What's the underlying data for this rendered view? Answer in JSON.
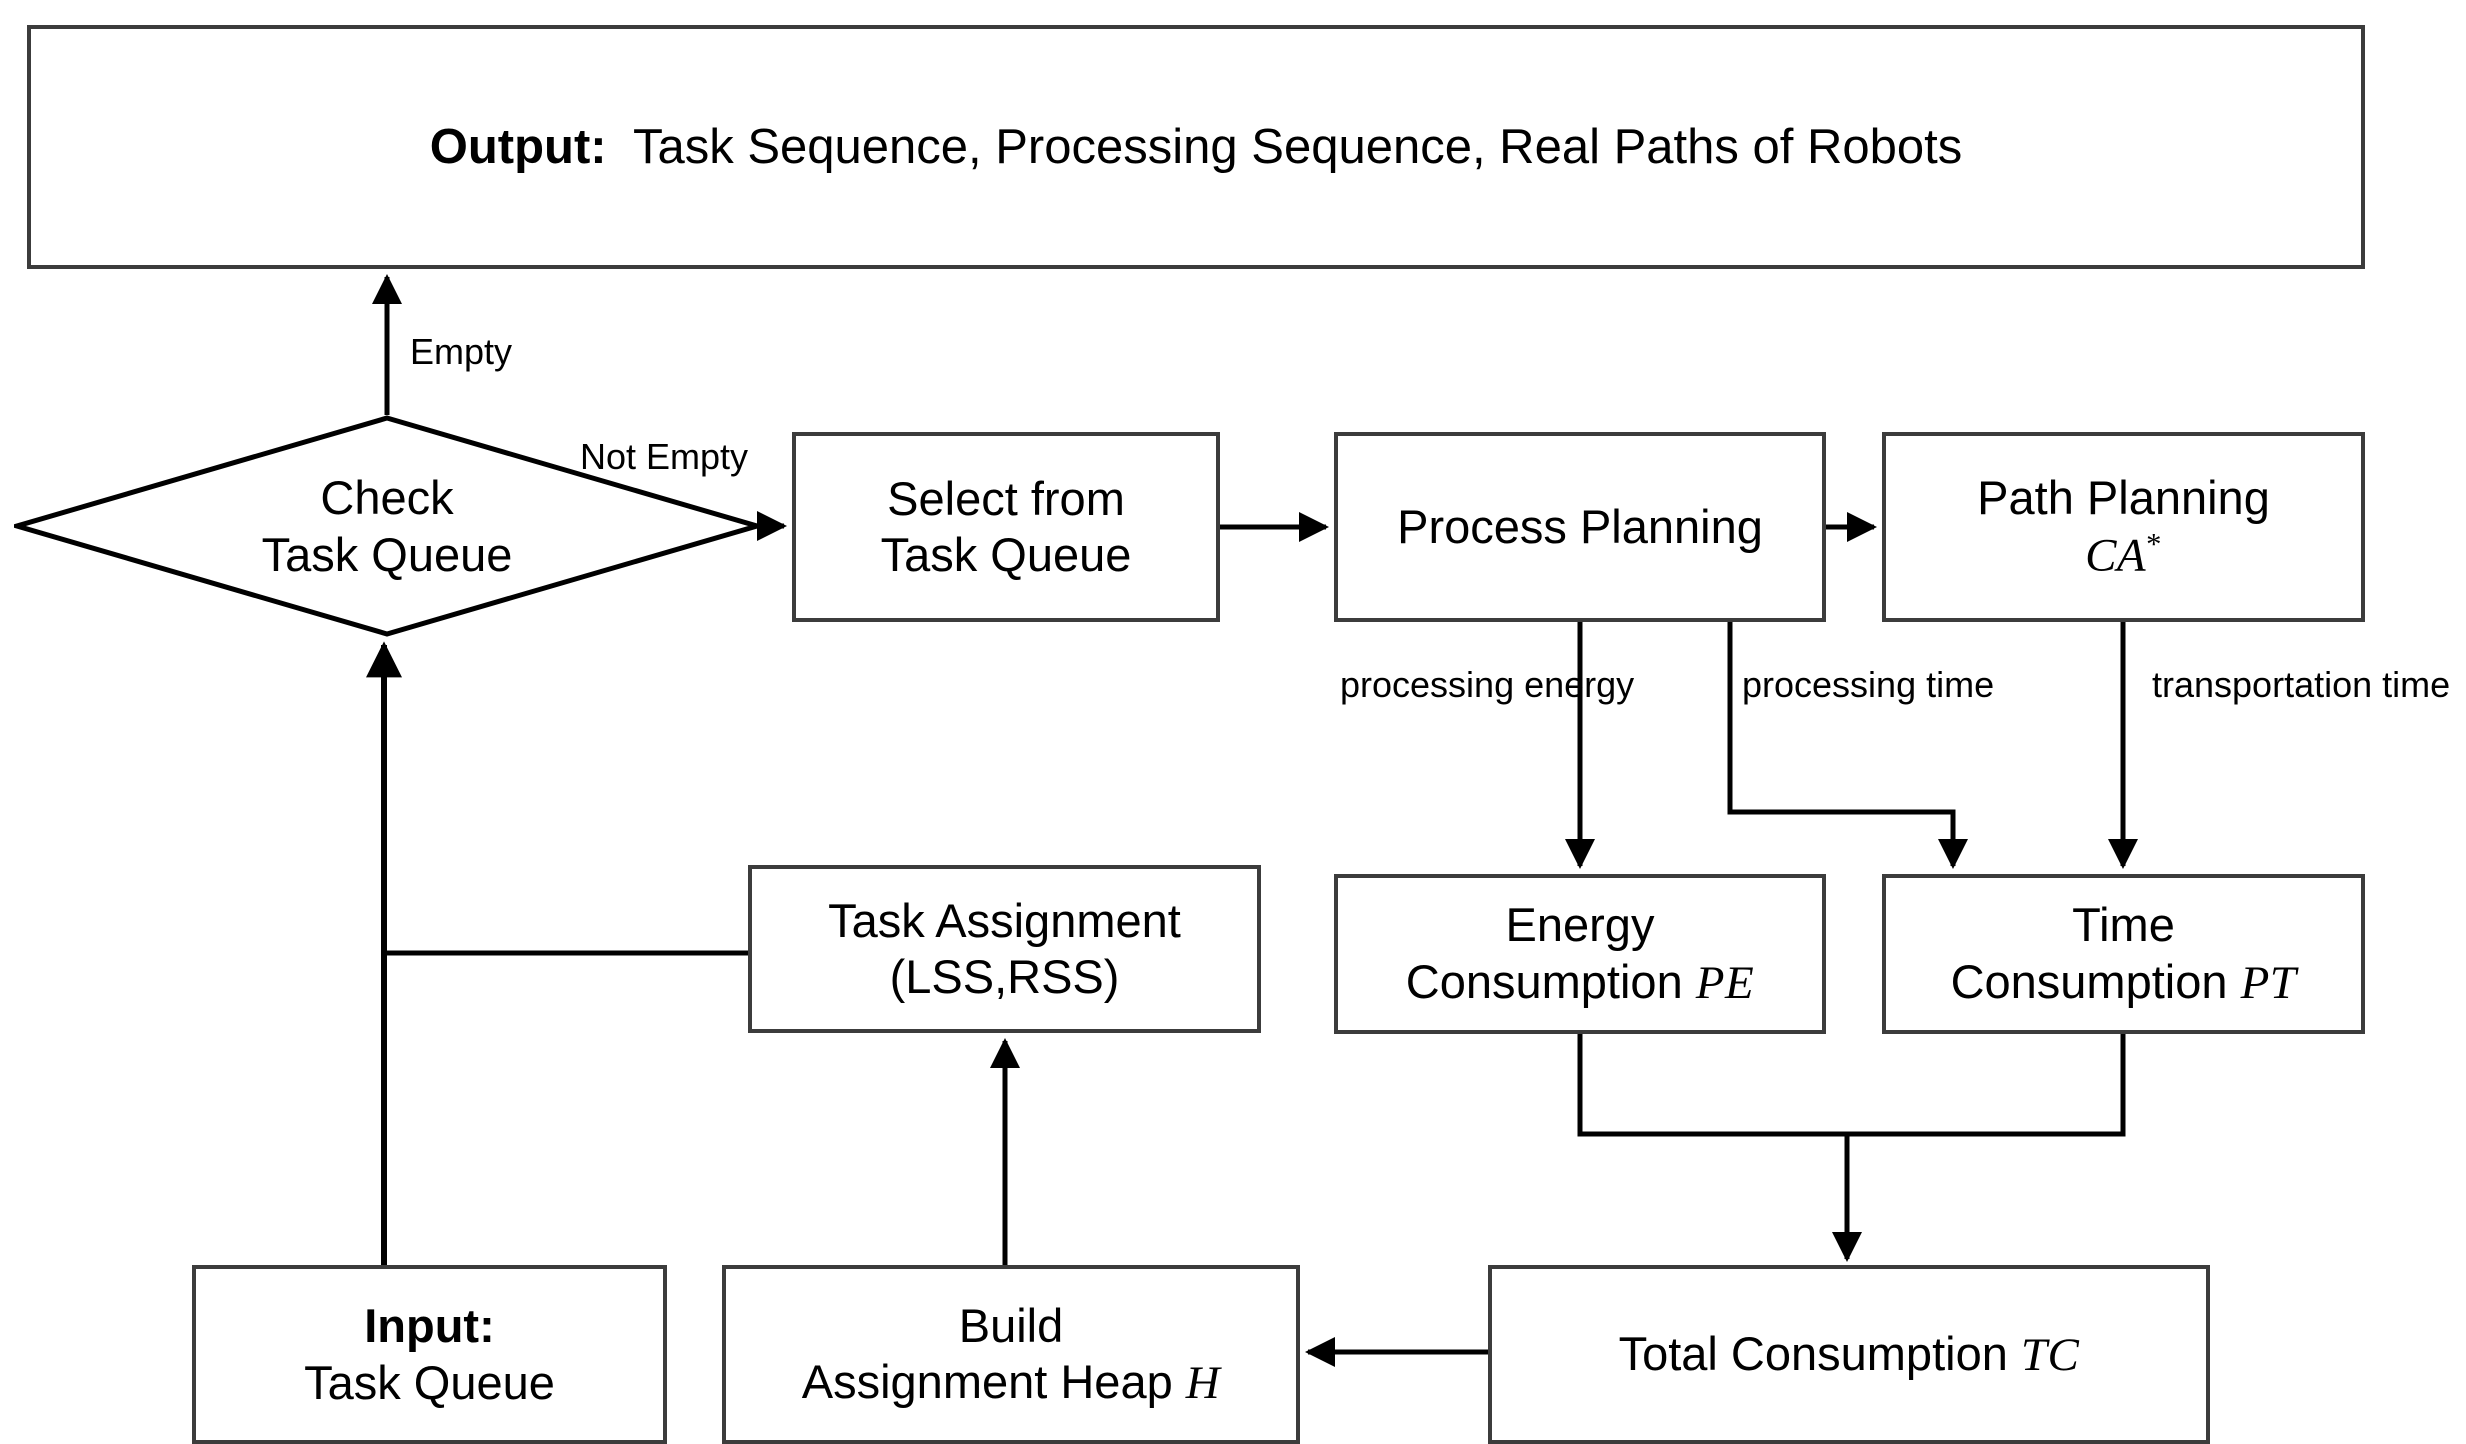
{
  "diagram": {
    "title": "Task scheduling and path planning flowchart",
    "colors": {
      "stroke": "#3c3c3c",
      "edge": "#000000",
      "background": "#ffffff"
    },
    "nodes": {
      "output": {
        "shape": "process",
        "prefix": "Output:",
        "text": "Task Sequence, Processing Sequence, Real Paths of Robots"
      },
      "decision": {
        "shape": "decision",
        "line1": "Check",
        "line2": "Task Queue"
      },
      "select": {
        "shape": "process",
        "line1": "Select from",
        "line2": "Task Queue"
      },
      "process_planning": {
        "shape": "process",
        "line1": "Process Planning"
      },
      "path_planning": {
        "shape": "process",
        "line1": "Path Planning",
        "symbol": "CA",
        "symbol_sup": "*"
      },
      "task_assignment": {
        "shape": "process",
        "line1": "Task Assignment",
        "line2": "(LSS,RSS)"
      },
      "energy_consumption": {
        "shape": "process",
        "line1": "Energy",
        "line2": "Consumption",
        "symbol": "PE"
      },
      "time_consumption": {
        "shape": "process",
        "line1": "Time",
        "line2": "Consumption",
        "symbol": "PT"
      },
      "input": {
        "shape": "process",
        "prefix": "Input:",
        "line2": "Task Queue"
      },
      "build_heap": {
        "shape": "process",
        "line1": "Build",
        "line2": "Assignment Heap",
        "symbol": "H"
      },
      "total_consumption": {
        "shape": "process",
        "line1": "Total Consumption",
        "symbol": "TC"
      }
    },
    "edge_labels": {
      "empty": "Empty",
      "not_empty": "Not Empty",
      "processing_energy_l1": "processing",
      "processing_energy_l2": "energy",
      "processing_time_l1": "processing",
      "processing_time_l2": "time",
      "transportation_time_l1": "transportation",
      "transportation_time_l2": "time"
    }
  }
}
